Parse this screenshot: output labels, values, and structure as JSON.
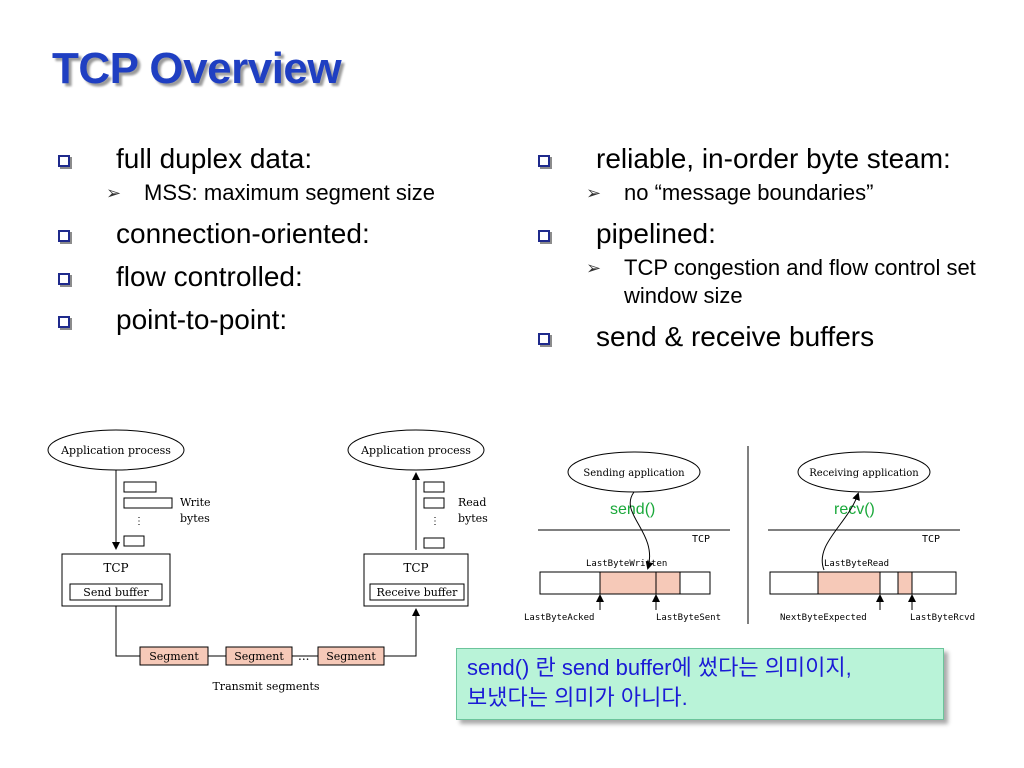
{
  "title": "TCP Overview",
  "left_bullets": [
    {
      "text": "full duplex data:",
      "sub": [
        "MSS: maximum segment size"
      ]
    },
    {
      "text": "connection-oriented:"
    },
    {
      "text": "flow controlled:"
    },
    {
      "text": "point-to-point:"
    }
  ],
  "right_bullets": [
    {
      "text": "reliable, in-order byte steam:",
      "sub": [
        "no “message boundaries”"
      ]
    },
    {
      "text": "pipelined:",
      "sub": [
        "TCP congestion and flow control set window size"
      ]
    },
    {
      "text": "send & receive buffers"
    }
  ],
  "diagram1": {
    "app_left": "Application process",
    "app_right": "Application process",
    "write_bytes": [
      "Write",
      "bytes"
    ],
    "read_bytes": [
      "Read",
      "bytes"
    ],
    "tcp_left": "TCP",
    "tcp_right": "TCP",
    "send_buffer": "Send buffer",
    "receive_buffer": "Receive buffer",
    "segment": "Segment",
    "ellipsis": "...",
    "caption": "Transmit segments"
  },
  "diagram2": {
    "sending_app": "Sending application",
    "receiving_app": "Receiving application",
    "send_call": "send()",
    "recv_call": "recv()",
    "tcp": "TCP",
    "last_byte_written": "LastByteWritten",
    "last_byte_acked": "LastByteAcked",
    "last_byte_sent": "LastByteSent",
    "last_byte_read": "LastByteRead",
    "next_byte_expected": "NextByteExpected",
    "last_byte_rcvd": "LastByteRcvd",
    "colors": {
      "call": "#1aa83a",
      "buffer_fill": "#f6c9b8"
    }
  },
  "note": {
    "line1": "send() 란 send buffer에 썼다는 의미이지,",
    "line2": "보냈다는 의미가 아니다."
  }
}
